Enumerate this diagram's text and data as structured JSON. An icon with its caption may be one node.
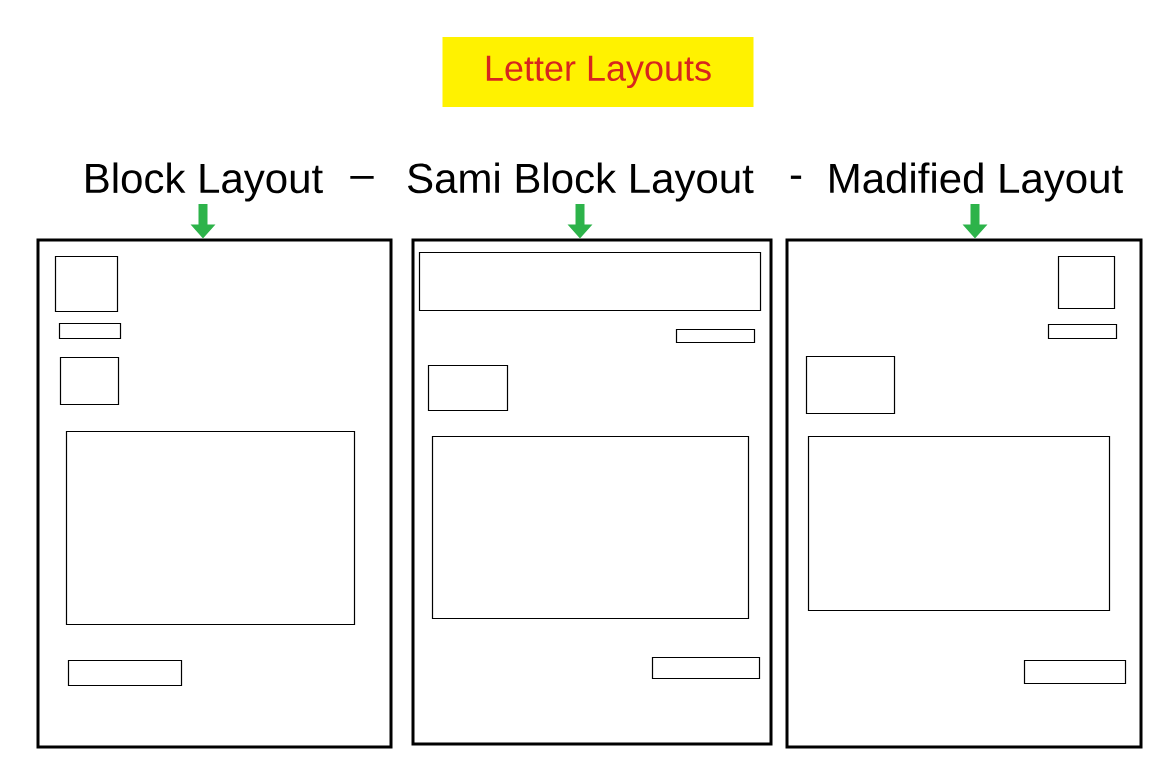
{
  "diagram": {
    "title": "Letter Layouts",
    "nodes": [
      {
        "text": [
          "Block Layout"
        ]
      },
      {
        "text": [
          "Sami Block Layout"
        ]
      },
      {
        "text": [
          "Madified Layout"
        ]
      },
      {
        "text": [],
        "shape": "box"
      },
      {
        "text": [],
        "shape": "box",
        "in": 3
      },
      {
        "text": [],
        "shape": "box",
        "in": 3
      },
      {
        "text": [],
        "shape": "box",
        "in": 3
      },
      {
        "text": [],
        "shape": "box",
        "in": 3
      },
      {
        "text": [],
        "shape": "box",
        "in": 3
      },
      {
        "text": [],
        "shape": "box"
      },
      {
        "text": [],
        "shape": "box",
        "in": 9
      },
      {
        "text": [],
        "shape": "box",
        "in": 9
      },
      {
        "text": [],
        "shape": "box",
        "in": 9
      },
      {
        "text": [],
        "shape": "box",
        "in": 9
      },
      {
        "text": [],
        "shape": "box",
        "in": 9
      },
      {
        "text": [],
        "shape": "box"
      },
      {
        "text": [],
        "shape": "box",
        "in": 15
      },
      {
        "text": [],
        "shape": "box",
        "in": 15
      },
      {
        "text": [],
        "shape": "box",
        "in": 15
      },
      {
        "text": [],
        "shape": "box",
        "in": 15
      },
      {
        "text": [],
        "shape": "box",
        "in": 15
      }
    ],
    "edges": [
      {
        "from": 0,
        "to": 3,
        "arrow": "to"
      },
      {
        "from": 1,
        "to": 9,
        "arrow": "to"
      },
      {
        "from": 2,
        "to": 15,
        "arrow": "to"
      }
    ],
    "labels": [
      "–",
      "-"
    ]
  }
}
